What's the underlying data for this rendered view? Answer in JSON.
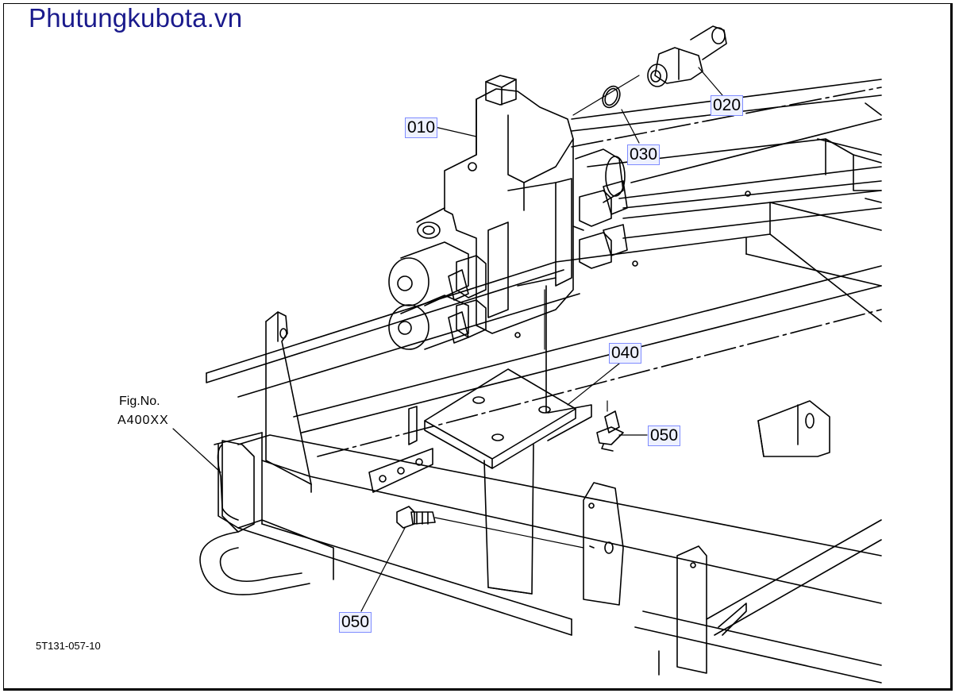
{
  "watermark": "Phutungkubota.vn",
  "figure_ref": {
    "line1": "Fig.No.",
    "line2": "A400XX"
  },
  "drawing_code": "5T131-057-10",
  "callouts": {
    "c010": "010",
    "c020": "020",
    "c030": "030",
    "c040": "040",
    "c050a": "050",
    "c050b": "050"
  },
  "colors": {
    "watermark": "#1a1a8c",
    "callout_bg": "#eef1ff",
    "callout_border": "#7f8cff"
  }
}
